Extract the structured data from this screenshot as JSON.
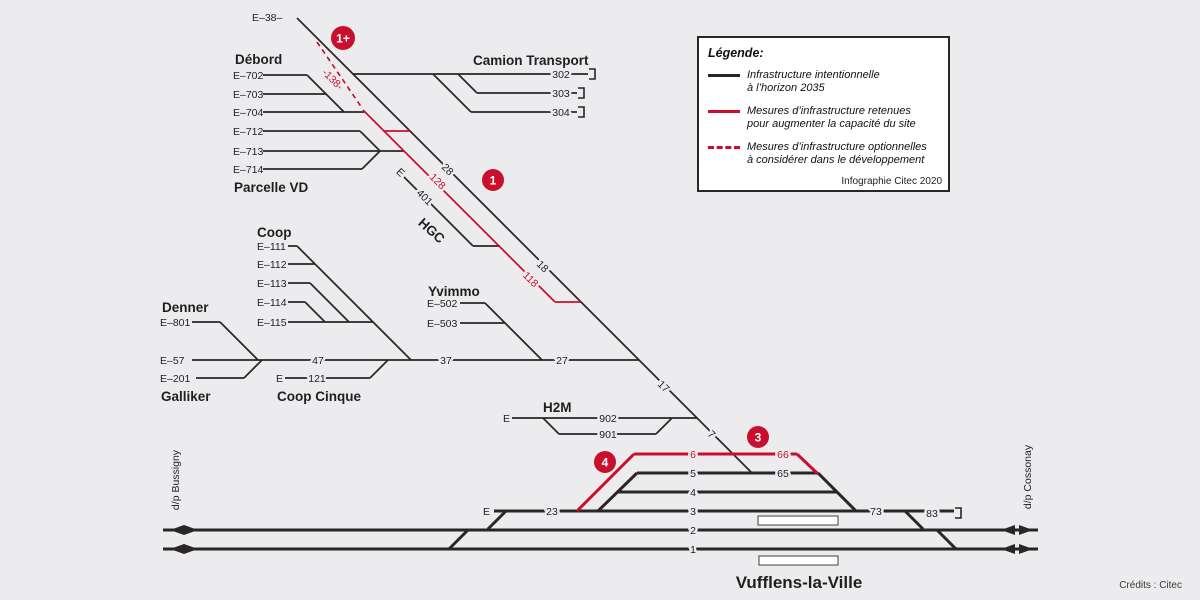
{
  "colors": {
    "red": "#c8102e",
    "line": "#2a2527",
    "bg": "#ececee"
  },
  "legend": {
    "title": "Légende:",
    "items": [
      {
        "style": "solid-black",
        "label_1": "Infrastructure intentionnelle",
        "label_2": "à l’horizon 2035"
      },
      {
        "style": "solid-red",
        "label_1": "Mesures d’infrastructure retenues",
        "label_2": "pour augmenter la capacité du site"
      },
      {
        "style": "dashed-red",
        "label_1": "Mesures d’infrastructure optionnelles",
        "label_2": "à considérer dans le développement"
      }
    ],
    "credit": "Infographie Citec 2020"
  },
  "page_credit": "Crédits : Citec",
  "station_name": "Vufflens-la-Ville",
  "directions": {
    "left": "d/p Bussigny",
    "right": "d/p Cossonay"
  },
  "badges": {
    "b1plus": "1+",
    "b1": "1",
    "b3": "3",
    "b4": "4"
  },
  "area_titles": {
    "debord": "Débord",
    "parcelle_vd": "Parcelle VD",
    "camion": "Camion Transport",
    "coop": "Coop",
    "denner": "Denner",
    "galliker": "Galliker",
    "coop_cinque": "Coop Cinque",
    "yvimmo": "Yvimmo",
    "h2m": "H2M",
    "hgc": "HGC"
  },
  "track_labels": {
    "e38": "E–38–",
    "e702": "E–702",
    "e703": "E–703",
    "e704": "E–704",
    "e712": "E–712",
    "e713": "E–713",
    "e714": "E–714",
    "n302": "302",
    "n303": "303",
    "n304": "304",
    "n138": "-138-",
    "n28": "28",
    "n128": "128",
    "n18": "18",
    "n118": "118",
    "n401": "401",
    "e111": "E–111",
    "e112": "E–112",
    "e113": "E–113",
    "e114": "E–114",
    "e115": "E–115",
    "e801": "E–801",
    "e57": "E–57",
    "e201": "E–201",
    "n47": "47",
    "n37": "37",
    "n27": "27",
    "n121": "121",
    "e502": "E–502",
    "e503": "E–503",
    "n17": "17",
    "n7": "7",
    "n902": "902",
    "n901": "901",
    "n23": "23",
    "n73": "73",
    "n83": "83",
    "n1": "1",
    "n2": "2",
    "n3": "3",
    "n4": "4",
    "n5": "5",
    "n6": "6",
    "n65": "65",
    "n66": "66",
    "e": "E"
  }
}
